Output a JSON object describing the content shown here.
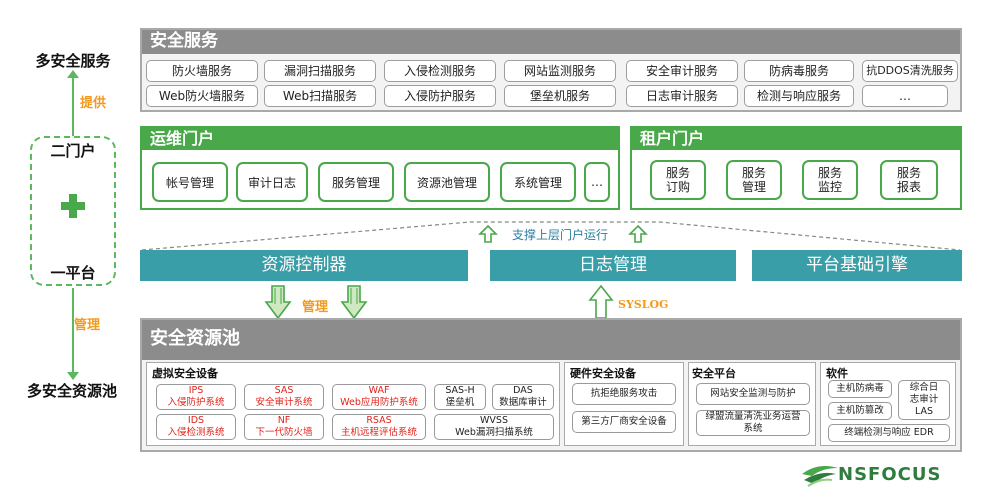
{
  "left": {
    "top_label": "多安全服务",
    "provide": "提供",
    "portal": "二门户",
    "platform": "一平台",
    "manage": "管理",
    "bottom_label": "多安全资源池"
  },
  "security_services": {
    "title": "安全服务",
    "row1": [
      "防火墙服务",
      "漏洞扫描服务",
      "入侵检测服务",
      "网站监测服务",
      "安全审计服务",
      "防病毒服务",
      "抗DDOS清洗服务"
    ],
    "row2": [
      "Web防火墙服务",
      "Web扫描服务",
      "入侵防护服务",
      "堡垒机服务",
      "日志审计服务",
      "检测与响应服务",
      "…"
    ]
  },
  "ops_portal": {
    "title": "运维门户",
    "items": [
      "帐号管理",
      "审计日志",
      "服务管理",
      "资源池管理",
      "系统管理",
      "…"
    ]
  },
  "tenant_portal": {
    "title": "租户门户",
    "items": [
      [
        "服务",
        "订购"
      ],
      [
        "服务",
        "管理"
      ],
      [
        "服务",
        "监控"
      ],
      [
        "服务",
        "报表"
      ]
    ]
  },
  "support_text": "支撑上层门户运行",
  "platform_bar": [
    "资源控制器",
    "日志管理",
    "平台基础引擎"
  ],
  "manage_arrow_label": "管理",
  "syslog_label": "SYSLOG",
  "resource_pool": {
    "title": "安全资源池",
    "virtual": {
      "title": "虚拟安全设备",
      "row1": [
        {
          "l1": "IPS",
          "l2": "入侵防护系统",
          "red": true
        },
        {
          "l1": "SAS",
          "l2": "安全审计系统",
          "red": true
        },
        {
          "l1": "WAF",
          "l2": "Web应用防护系统",
          "red": true
        },
        {
          "l1": "SAS-H",
          "l2": "堡垒机",
          "red": false
        },
        {
          "l1": "DAS",
          "l2": "数据库审计",
          "red": false
        }
      ],
      "row2": [
        {
          "l1": "IDS",
          "l2": "入侵检测系统",
          "red": true
        },
        {
          "l1": "NF",
          "l2": "下一代防火墙",
          "red": true
        },
        {
          "l1": "RSAS",
          "l2": "主机远程评估系统",
          "red": true
        },
        {
          "l1": "WVSS",
          "l2": "Web漏洞扫描系统",
          "red": false
        }
      ]
    },
    "hardware": {
      "title": "硬件安全设备",
      "items": [
        "抗拒绝服务攻击",
        "第三方厂商安全设备"
      ]
    },
    "security_platform": {
      "title": "安全平台",
      "items": [
        [
          "网站安全监测与防护"
        ],
        [
          "绿盟流量清洗业务运营",
          "系统"
        ]
      ]
    },
    "software": {
      "title": "软件",
      "items": [
        "主机防病毒",
        "主机防篡改",
        "终端检测与响应 EDR"
      ],
      "combo": [
        "综合日",
        "志审计",
        "LAS"
      ]
    }
  },
  "logo_text": "NSFOCUS",
  "colors": {
    "green": "#49a84a",
    "teal": "#3a9ea8",
    "gray": "#8c8c8c",
    "red": "#e2231a",
    "orange": "#f39a1e"
  }
}
